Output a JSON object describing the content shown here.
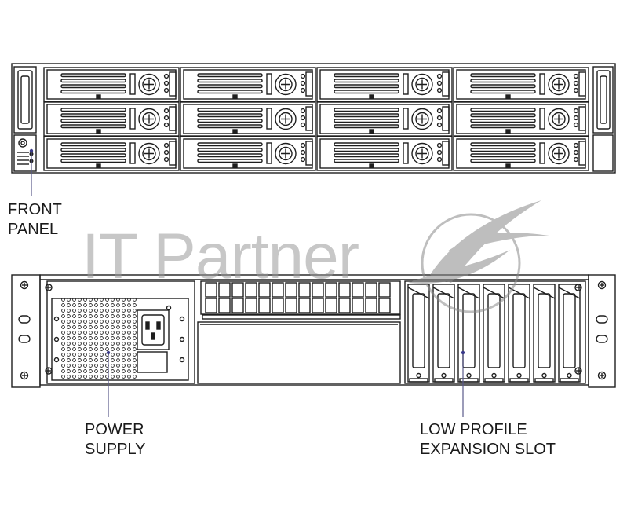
{
  "labels": {
    "front_panel": [
      "FRONT",
      "PANEL"
    ],
    "power_supply": [
      "POWER",
      "SUPPLY"
    ],
    "expansion_slot": [
      "LOW PROFILE",
      "EXPANSION SLOT"
    ]
  },
  "watermark": {
    "text": "IT Partner"
  },
  "drive_bays": {
    "rows": 3,
    "columns": 4
  },
  "expansion_slots": 7,
  "colors": {
    "line": "#1e1e1e",
    "leader": "#5a5a8a",
    "watermark": "#9a9a9a",
    "background": "#ffffff"
  }
}
